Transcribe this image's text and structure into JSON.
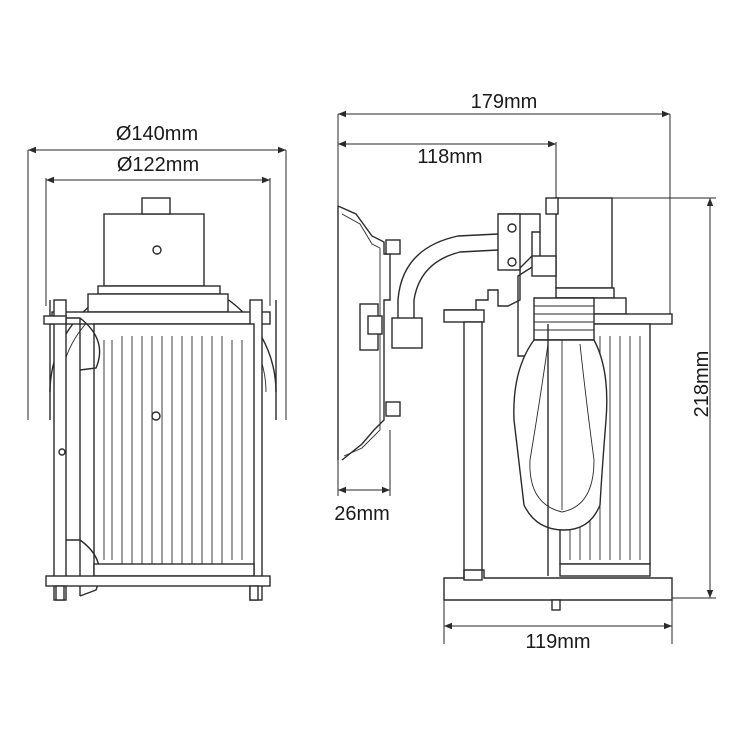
{
  "dimensions": {
    "front_outer_diameter": "Ø140mm",
    "front_inner_diameter": "Ø122mm",
    "side_total_depth": "179mm",
    "side_arm_depth": "118mm",
    "side_height": "218mm",
    "side_bracket_depth": "26mm",
    "side_base_width": "119mm"
  },
  "colors": {
    "line": "#2a2a2a",
    "background": "#ffffff"
  }
}
